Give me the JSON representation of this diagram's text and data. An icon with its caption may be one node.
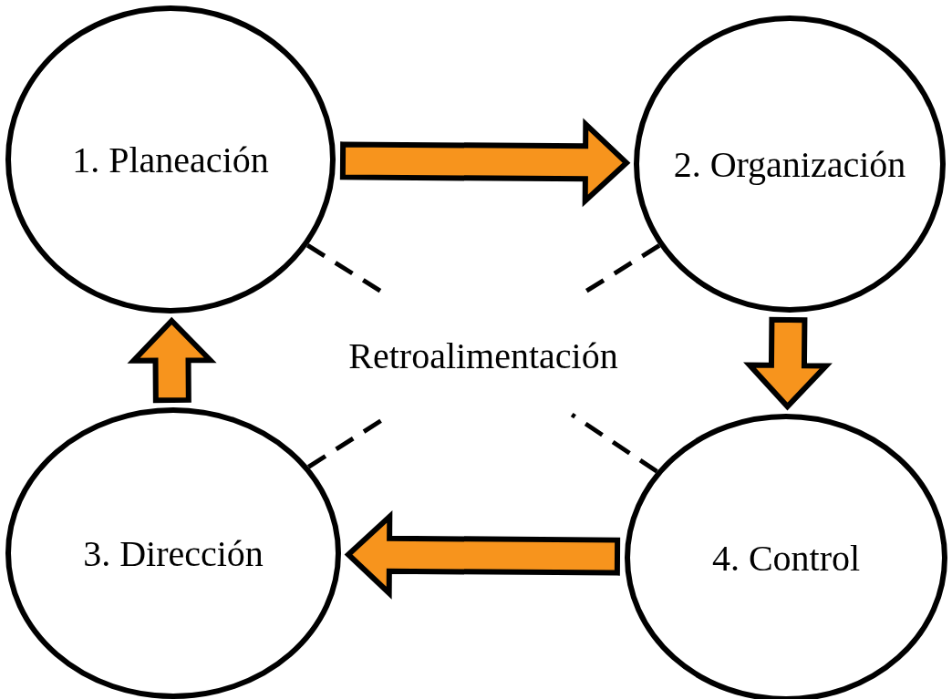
{
  "diagram": {
    "nodes": [
      {
        "text": [
          "1. Planeación"
        ]
      },
      {
        "text": [
          "2. Organización"
        ]
      },
      {
        "text": [
          "3. Dirección"
        ]
      },
      {
        "text": [
          "4. Control"
        ]
      },
      {
        "text": [
          "Retroalimentación"
        ]
      }
    ],
    "edges": [
      {
        "from": 0,
        "to": 1,
        "arrow": "to",
        "color": "#f7941d"
      },
      {
        "from": 1,
        "to": 3,
        "arrow": "to",
        "color": "#f7941d"
      },
      {
        "from": 3,
        "to": 2,
        "arrow": "to",
        "color": "#f7941d"
      },
      {
        "from": 2,
        "to": 0,
        "arrow": "to",
        "color": "#f7941d"
      },
      {
        "from": 0,
        "to": 4,
        "arrow": "none",
        "style": "dashed"
      },
      {
        "from": 1,
        "to": 4,
        "arrow": "none",
        "style": "dashed"
      },
      {
        "from": 2,
        "to": 4,
        "arrow": "none",
        "style": "dashed"
      },
      {
        "from": 3,
        "to": 4,
        "arrow": "none",
        "style": "dashed"
      }
    ]
  }
}
